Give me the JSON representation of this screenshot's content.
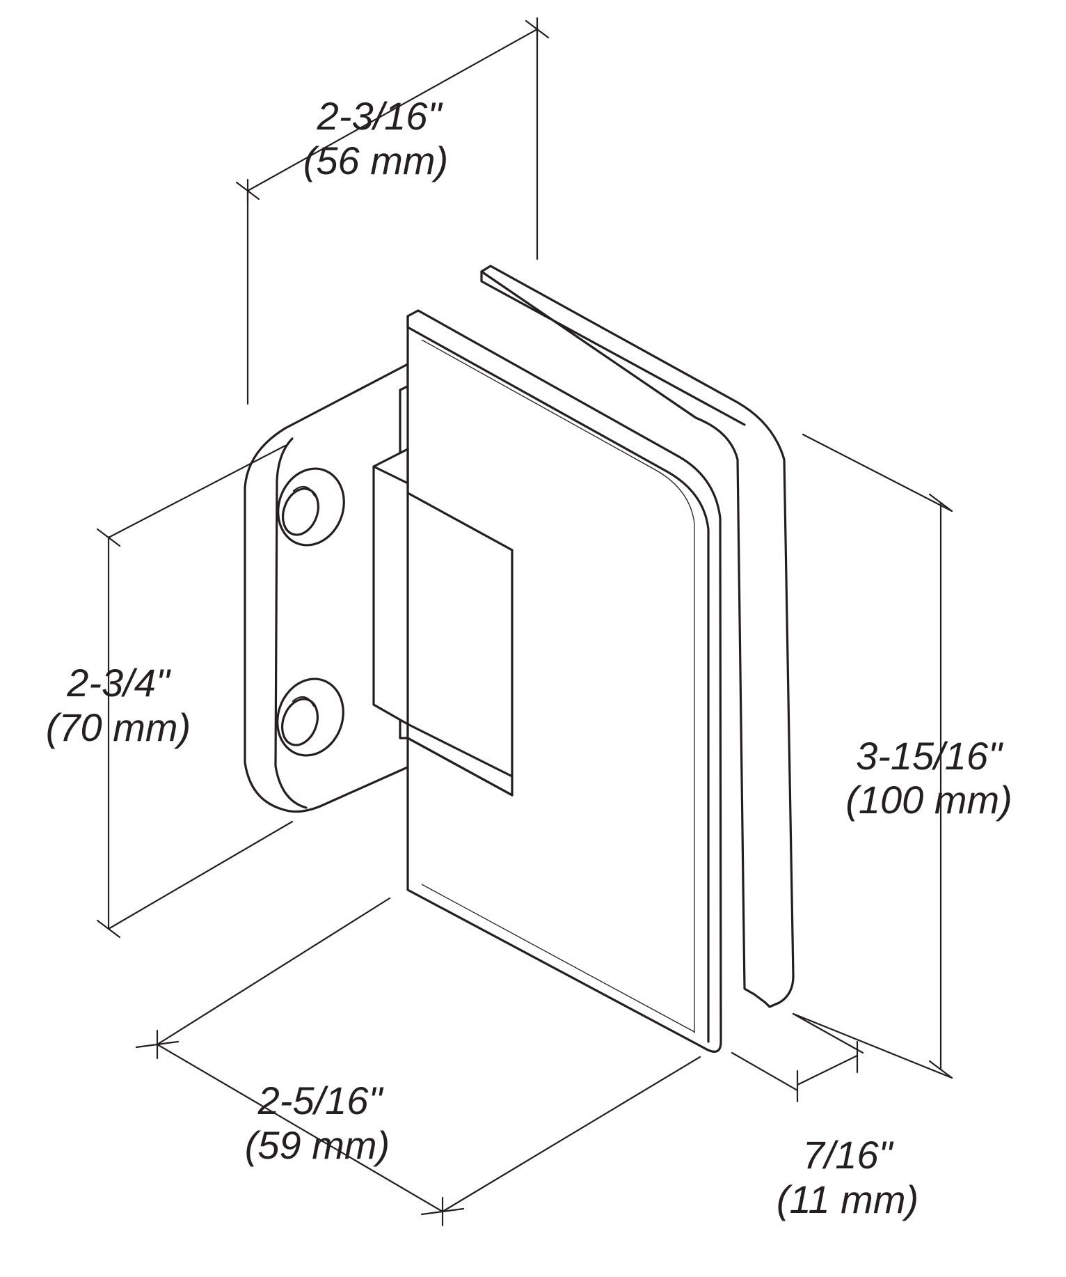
{
  "dimensions": {
    "top_width": {
      "imperial": "2-3/16\"",
      "metric": "(56 mm)"
    },
    "mount_height": {
      "imperial": "2-3/4\"",
      "metric": "(70 mm)"
    },
    "overall_height": {
      "imperial": "3-15/16\"",
      "metric": "(100 mm)"
    },
    "overall_length": {
      "imperial": "2-5/16\"",
      "metric": "(59 mm)"
    },
    "glass_gap": {
      "imperial": "7/16\"",
      "metric": "(11 mm)"
    }
  },
  "colors": {
    "line": "#231f20",
    "background": "#ffffff"
  }
}
